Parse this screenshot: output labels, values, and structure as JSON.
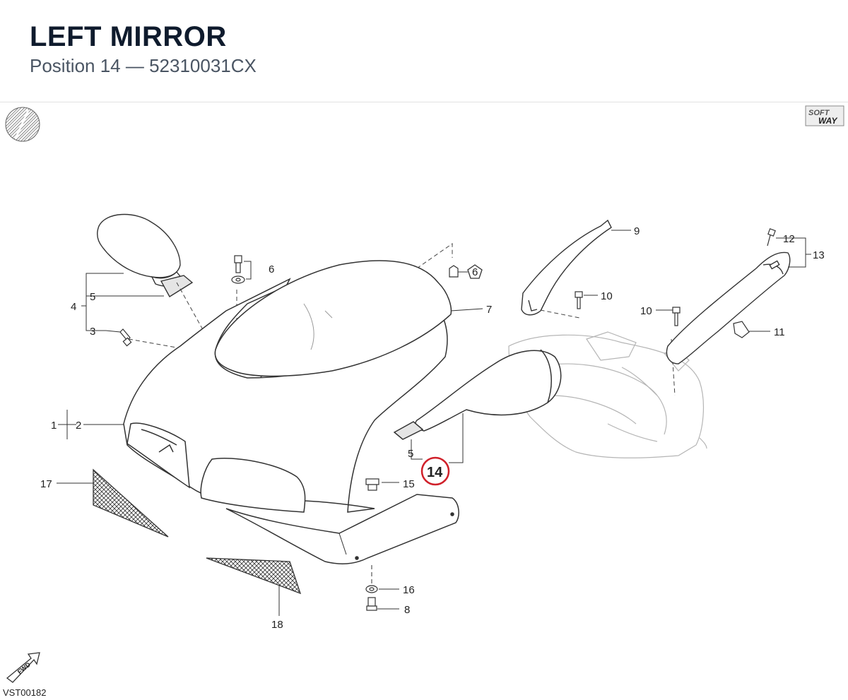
{
  "header": {
    "title": "LEFT MIRROR",
    "subtitle": "Position 14 — 52310031CX"
  },
  "diagram": {
    "code": "VST00182",
    "brand_top": "SOFT",
    "brand_bottom": "WAY",
    "fwd": "FWD",
    "highlight_color": "#d0202a",
    "callouts": [
      {
        "id": "c1",
        "text": "1"
      },
      {
        "id": "c2",
        "text": "2"
      },
      {
        "id": "c3",
        "text": "3"
      },
      {
        "id": "c4",
        "text": "4"
      },
      {
        "id": "c5a",
        "text": "5"
      },
      {
        "id": "c5b",
        "text": "5"
      },
      {
        "id": "c6",
        "text": "6"
      },
      {
        "id": "c6b",
        "text": "6"
      },
      {
        "id": "c7",
        "text": "7"
      },
      {
        "id": "c8",
        "text": "8"
      },
      {
        "id": "c9",
        "text": "9"
      },
      {
        "id": "c10a",
        "text": "10"
      },
      {
        "id": "c10b",
        "text": "10"
      },
      {
        "id": "c11",
        "text": "11"
      },
      {
        "id": "c12",
        "text": "12"
      },
      {
        "id": "c13",
        "text": "13"
      },
      {
        "id": "c14",
        "text": "14"
      },
      {
        "id": "c15",
        "text": "15"
      },
      {
        "id": "c16",
        "text": "16"
      },
      {
        "id": "c17",
        "text": "17"
      },
      {
        "id": "c18",
        "text": "18"
      }
    ]
  }
}
